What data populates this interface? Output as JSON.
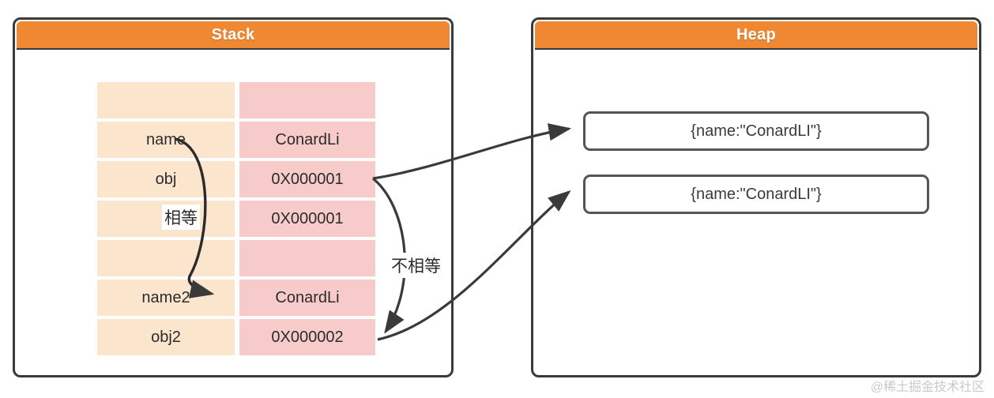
{
  "colors": {
    "header_orange": "#ee8833",
    "panel_border": "#3a3a3a",
    "key_cell_bg": "#fbe5cd",
    "value_cell_bg": "#f8cbcb",
    "arrow": "#3a3a3a",
    "watermark": "#c9c9c9"
  },
  "stack": {
    "title": "Stack",
    "rows": [
      {
        "key": "",
        "value": ""
      },
      {
        "key": "name",
        "value": "ConardLi"
      },
      {
        "key": "obj",
        "value": "0X000001"
      },
      {
        "key": "",
        "value": "0X000001"
      },
      {
        "key": "",
        "value": ""
      },
      {
        "key": "name2",
        "value": "ConardLi"
      },
      {
        "key": "obj2",
        "value": "0X000002"
      }
    ]
  },
  "heap": {
    "title": "Heap",
    "objects": [
      {
        "label": "{name:\"ConardLI\"}"
      },
      {
        "label": "{name:\"ConardLI\"}"
      }
    ]
  },
  "annotations": {
    "equal": "相等",
    "not_equal": "不相等"
  },
  "watermark": {
    "text": "@稀土掘金技术社区"
  }
}
